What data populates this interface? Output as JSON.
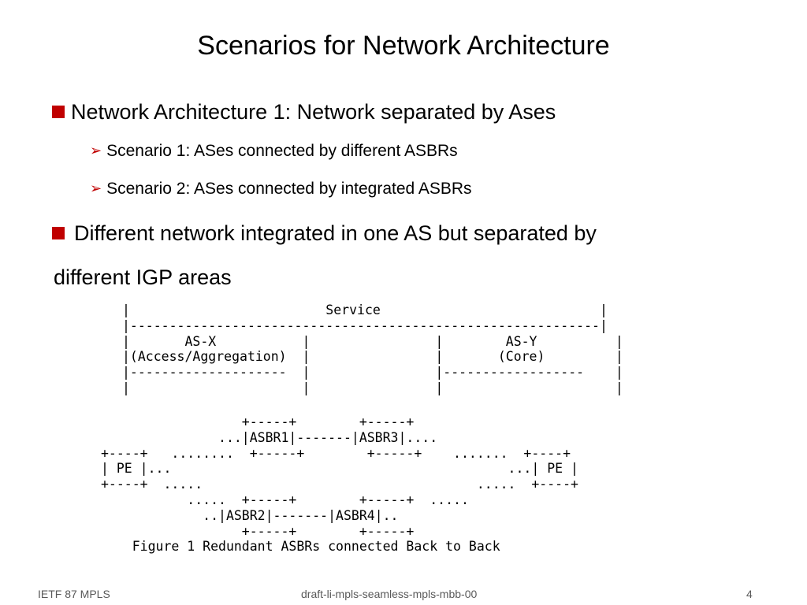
{
  "slide": {
    "title": "Scenarios for Network Architecture",
    "bullets": [
      {
        "text": "Network Architecture 1: Network separated by Ases",
        "sub": [
          "Scenario 1: ASes connected by different ASBRs",
          "Scenario 2: ASes connected by integrated ASBRs"
        ]
      },
      {
        "line1": "Different network integrated in one AS but separated by",
        "line2": "different IGP areas"
      }
    ],
    "bullet_color": "#c00000"
  },
  "figure": {
    "top_diagram": "|                         Service                            |\n|------------------------------------------------------------|\n|       AS-X           |                |        AS-Y          |\n|(Access/Aggregation)  |                |       (Core)         |\n|--------------------  |                |------------------    |\n|                      |                |                      |",
    "bottom_diagram": "                  +-----+        +-----+\n               ...|ASBR1|-------|ASBR3|....\n+----+   ........  +-----+        +-----+    .......  +----+\n| PE |...                                           ...| PE |\n+----+  .....                                   .....  +----+\n           .....  +-----+        +-----+  .....\n             ..|ASBR2|-------|ASBR4|..\n                  +-----+        +-----+\n    Figure 1 Redundant ASBRs connected Back to Back"
  },
  "footer": {
    "left": "IETF 87 MPLS",
    "center": "draft-li-mpls-seamless-mpls-mbb-00",
    "page": "4"
  }
}
